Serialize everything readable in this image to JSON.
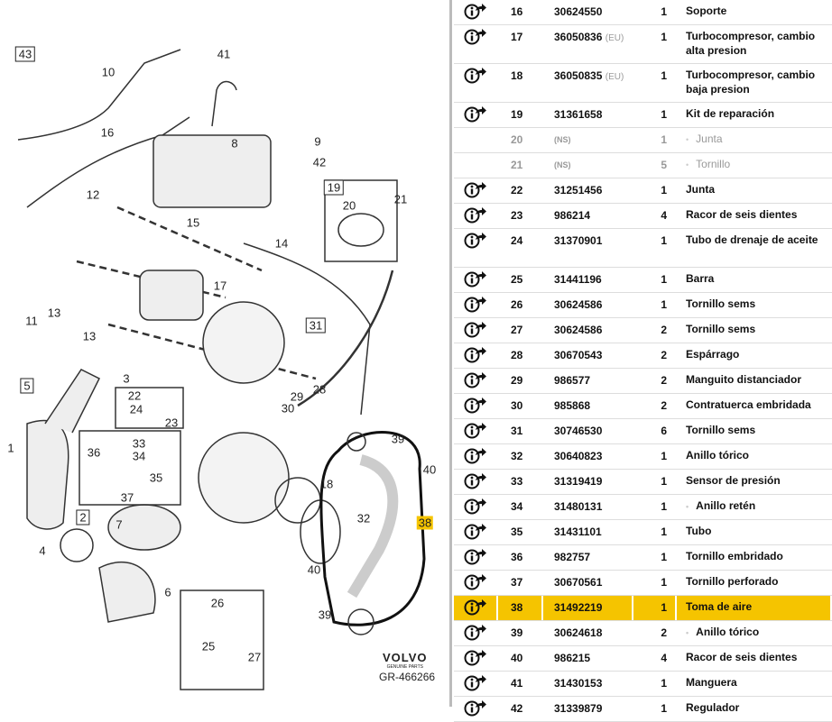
{
  "diagram": {
    "code": "GR-466266",
    "logo": "VOLVO GENUINE PARTS",
    "labels": [
      {
        "t": "43",
        "b": 1
      },
      {
        "t": "10"
      },
      {
        "t": "41"
      },
      {
        "t": "16"
      },
      {
        "t": "8"
      },
      {
        "t": "9"
      },
      {
        "t": "42"
      },
      {
        "t": "12"
      },
      {
        "t": "15"
      },
      {
        "t": "19",
        "b": 1
      },
      {
        "t": "21"
      },
      {
        "t": "20"
      },
      {
        "t": "14"
      },
      {
        "t": "17"
      },
      {
        "t": "11"
      },
      {
        "t": "13"
      },
      {
        "t": "13"
      },
      {
        "t": "31",
        "b": 1
      },
      {
        "t": "5",
        "b": 1
      },
      {
        "t": "3"
      },
      {
        "t": "28"
      },
      {
        "t": "22"
      },
      {
        "t": "24"
      },
      {
        "t": "29"
      },
      {
        "t": "23"
      },
      {
        "t": "30"
      },
      {
        "t": "1"
      },
      {
        "t": "33"
      },
      {
        "t": "36"
      },
      {
        "t": "34"
      },
      {
        "t": "39"
      },
      {
        "t": "40"
      },
      {
        "t": "35"
      },
      {
        "t": "18"
      },
      {
        "t": "37"
      },
      {
        "t": "2",
        "b": 1
      },
      {
        "t": "32"
      },
      {
        "t": "38",
        "h": 1
      },
      {
        "t": "7"
      },
      {
        "t": "4"
      },
      {
        "t": "40"
      },
      {
        "t": "6"
      },
      {
        "t": "26"
      },
      {
        "t": "39"
      },
      {
        "t": "25"
      },
      {
        "t": "27"
      }
    ]
  },
  "highlight_color": "#f5c400",
  "parts": [
    {
      "pos": "16",
      "num": "30624550",
      "qty": "1",
      "desc": "Soporte",
      "info": true
    },
    {
      "pos": "17",
      "num": "36050836",
      "tag": "(EU)",
      "qty": "1",
      "desc": "Turbocompresor, cambio alta presion",
      "info": true
    },
    {
      "pos": "18",
      "num": "36050835",
      "tag": "(EU)",
      "qty": "1",
      "desc": "Turbocompresor, cambio baja presion",
      "info": true
    },
    {
      "pos": "19",
      "num": "31361658",
      "qty": "1",
      "desc": "Kit de reparación",
      "info": true
    },
    {
      "pos": "20",
      "num": "(NS)",
      "qty": "1",
      "desc": "Junta",
      "sub": true,
      "ns": true
    },
    {
      "pos": "21",
      "num": "(NS)",
      "qty": "5",
      "desc": "Tornillo",
      "sub": true,
      "ns": true
    },
    {
      "pos": "22",
      "num": "31251456",
      "qty": "1",
      "desc": "Junta",
      "info": true
    },
    {
      "pos": "23",
      "num": "986214",
      "qty": "4",
      "desc": "Racor de seis dientes",
      "info": true
    },
    {
      "pos": "24",
      "num": "31370901",
      "qty": "1",
      "desc": "Tubo de drenaje de aceite",
      "info": true
    },
    {
      "pos": "25",
      "num": "31441196",
      "qty": "1",
      "desc": "Barra",
      "info": true
    },
    {
      "pos": "26",
      "num": "30624586",
      "qty": "1",
      "desc": "Tornillo sems",
      "info": true
    },
    {
      "pos": "27",
      "num": "30624586",
      "qty": "2",
      "desc": "Tornillo sems",
      "info": true
    },
    {
      "pos": "28",
      "num": "30670543",
      "qty": "2",
      "desc": "Espárrago",
      "info": true
    },
    {
      "pos": "29",
      "num": "986577",
      "qty": "2",
      "desc": "Manguito distanciador",
      "info": true
    },
    {
      "pos": "30",
      "num": "985868",
      "qty": "2",
      "desc": "Contratuerca embridada",
      "info": true
    },
    {
      "pos": "31",
      "num": "30746530",
      "qty": "6",
      "desc": "Tornillo sems",
      "info": true
    },
    {
      "pos": "32",
      "num": "30640823",
      "qty": "1",
      "desc": "Anillo tórico",
      "info": true
    },
    {
      "pos": "33",
      "num": "31319419",
      "qty": "1",
      "desc": "Sensor de presión",
      "info": true
    },
    {
      "pos": "34",
      "num": "31480131",
      "qty": "1",
      "desc": "Anillo retén",
      "sub": true,
      "info": true
    },
    {
      "pos": "35",
      "num": "31431101",
      "qty": "1",
      "desc": "Tubo",
      "info": true
    },
    {
      "pos": "36",
      "num": "982757",
      "qty": "1",
      "desc": "Tornillo embridado",
      "info": true
    },
    {
      "pos": "37",
      "num": "30670561",
      "qty": "1",
      "desc": "Tornillo perforado",
      "info": true
    },
    {
      "pos": "38",
      "num": "31492219",
      "qty": "1",
      "desc": "Toma de aire",
      "info": true,
      "selected": true
    },
    {
      "pos": "39",
      "num": "30624618",
      "qty": "2",
      "desc": "Anillo tórico",
      "sub": true,
      "info": true
    },
    {
      "pos": "40",
      "num": "986215",
      "qty": "4",
      "desc": "Racor de seis dientes",
      "info": true
    },
    {
      "pos": "41",
      "num": "31430153",
      "qty": "1",
      "desc": "Manguera",
      "info": true
    },
    {
      "pos": "42",
      "num": "31339879",
      "qty": "1",
      "desc": "Regulador",
      "info": true
    }
  ]
}
